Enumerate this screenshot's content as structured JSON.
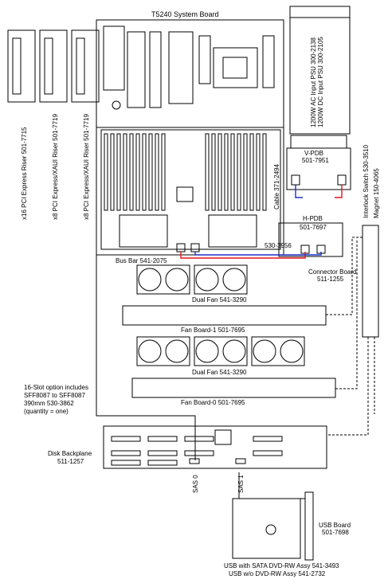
{
  "labels": {
    "system_board": "T5240 System Board",
    "psu_ac": "1200W AC Input PSU 300-2138",
    "psu_dc": "1200W DC Input PSU 300-2105",
    "riser_x16": "x16 PCI Express Riser 501-7715",
    "riser_x8_a": "x8 PCI Express/XAUI Riser 501-7719",
    "riser_x8_b": "x8 PCI Express/XAUI Riser 501-7719",
    "cable": "Cable 371-2494",
    "vpdb_name": "V-PDB",
    "vpdb_part": "501-7951",
    "interlock": "Interlock Switch 530-3510",
    "magnet": "Magnet 150-4065",
    "hpdb_name": "H-PDB",
    "hpdb_part": "501-7697",
    "part_530_3956": "530-3956",
    "bus_bar": "Bus Bar 541-2075",
    "connector_board_name": "Connector Board",
    "connector_board_part": "511-1255",
    "dual_fan_1": "Dual Fan 541-3290",
    "fan_board_1": "Fan Board-1 501-7695",
    "dual_fan_0": "Dual Fan 541-3290",
    "fan_board_0": "Fan Board-0 501-7695",
    "slot_note_1": "16-Slot option includes",
    "slot_note_2": "SFF8087 to SFF8087",
    "slot_note_3": "390mm 530-3862",
    "slot_note_4": "(quantity = one)",
    "disk_backplane_name": "Disk Backplane",
    "disk_backplane_part": "511-1257",
    "sas0": "SAS 0",
    "sas1": "SAS 1",
    "usb_board_name": "USB Board",
    "usb_board_part": "501-7698",
    "usb_sata": "USB with SATA DVD-RW Assy 541-3493",
    "usb_no_dvd": "USB w/o DVD-RW Assy 541-2732"
  },
  "colors": {
    "line": "#000000",
    "busbar_red": "#e8141b",
    "busbar_blue": "#1830c8",
    "psu_fill": "#ffffff"
  }
}
